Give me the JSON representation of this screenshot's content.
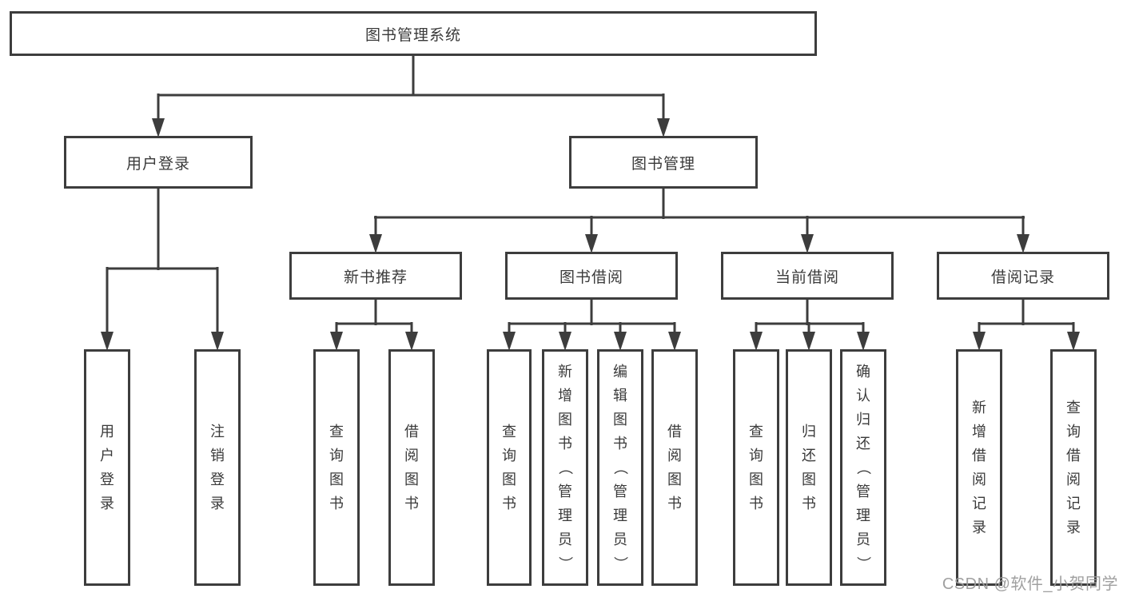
{
  "diagram": {
    "title": "图书管理系统",
    "root": {
      "label": "图书管理系统"
    },
    "level2": {
      "user_login": {
        "label": "用户登录"
      },
      "book_management": {
        "label": "图书管理"
      }
    },
    "level3": {
      "new_book_recommend": {
        "label": "新书推荐"
      },
      "book_borrow": {
        "label": "图书借阅"
      },
      "current_borrow": {
        "label": "当前借阅"
      },
      "borrow_records": {
        "label": "借阅记录"
      }
    },
    "leaves": {
      "user_login": [
        "用户登录",
        "注销登录"
      ],
      "new_book_recommend": [
        "查询图书",
        "借阅图书"
      ],
      "book_borrow": [
        "查询图书",
        "新增图书（管理员）",
        "编辑图书（管理员）",
        "借阅图书"
      ],
      "current_borrow": [
        "查询图书",
        "归还图书",
        "确认归还（管理员）"
      ],
      "borrow_records": [
        "新增借阅记录",
        "查询借阅记录"
      ]
    },
    "colors": {
      "line": "#3d3d3d",
      "text": "#3a3a3a",
      "background": "#ffffff",
      "watermark": "#9b9b9b"
    }
  },
  "watermark": {
    "text": "CSDN @软件_小贺同学"
  }
}
